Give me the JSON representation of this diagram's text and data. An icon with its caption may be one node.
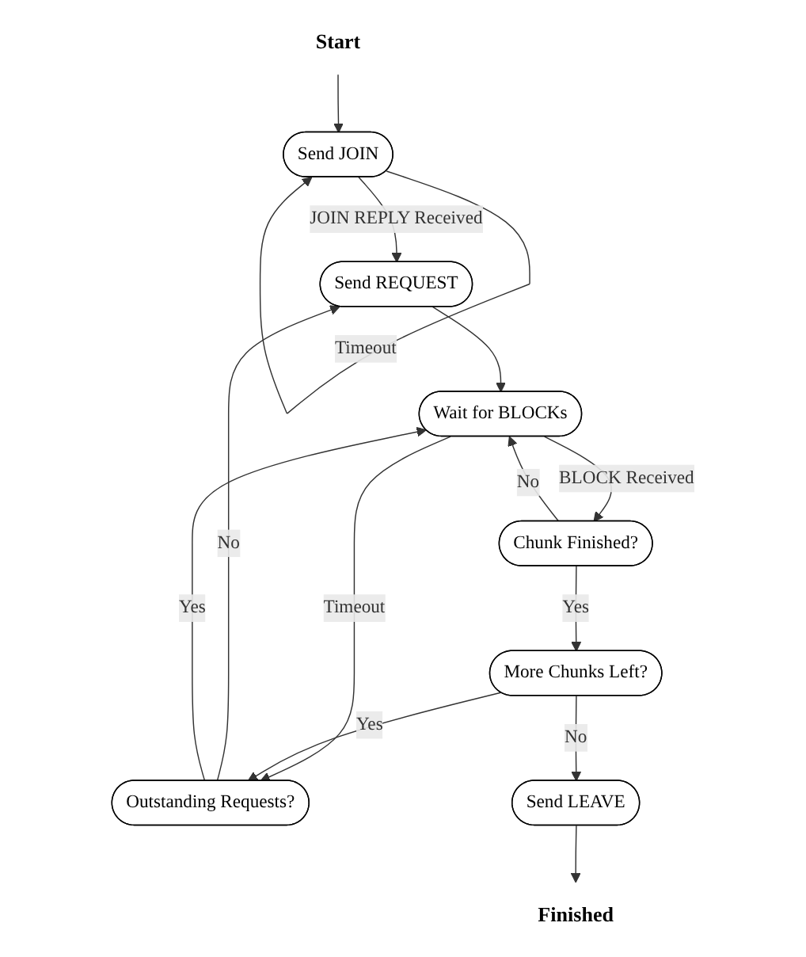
{
  "diagram": {
    "nodes": [
      {
        "text": [
          "Start"
        ]
      },
      {
        "text": [
          "Send JOIN"
        ]
      },
      {
        "text": [
          "Send REQUEST"
        ]
      },
      {
        "text": [
          "Outstanding Requests?"
        ]
      },
      {
        "text": [
          "Wait for BLOCKs"
        ]
      },
      {
        "text": [
          "More Chunks Left?"
        ]
      },
      {
        "text": [
          "Chunk Finished?"
        ]
      },
      {
        "text": [
          "Send LEAVE"
        ]
      },
      {
        "text": [
          "Finished"
        ]
      }
    ],
    "edges": [
      {
        "from": 0,
        "to": 1,
        "arrow": "to"
      },
      {
        "from": 1,
        "to": 1,
        "arrow": "to",
        "label": "Timeout"
      },
      {
        "from": 1,
        "to": 2,
        "arrow": "to",
        "label": "JOIN REPLY Received"
      },
      {
        "from": 3,
        "to": 2,
        "arrow": "to",
        "label": "No"
      },
      {
        "from": 2,
        "to": 4,
        "arrow": "to"
      },
      {
        "from": 4,
        "to": 3,
        "arrow": "to",
        "label": "Timeout"
      },
      {
        "from": 3,
        "to": 4,
        "arrow": "to",
        "label": "Yes"
      },
      {
        "from": 4,
        "to": 6,
        "arrow": "to",
        "label": "BLOCK Received"
      },
      {
        "from": 6,
        "to": 4,
        "arrow": "to",
        "label": "No"
      },
      {
        "from": 6,
        "to": 5,
        "arrow": "to",
        "label": "Yes"
      },
      {
        "from": 5,
        "to": 3,
        "arrow": "to",
        "label": "Yes"
      },
      {
        "from": 5,
        "to": 7,
        "arrow": "to",
        "label": "No"
      },
      {
        "from": 7,
        "to": 8,
        "arrow": "to"
      }
    ]
  }
}
